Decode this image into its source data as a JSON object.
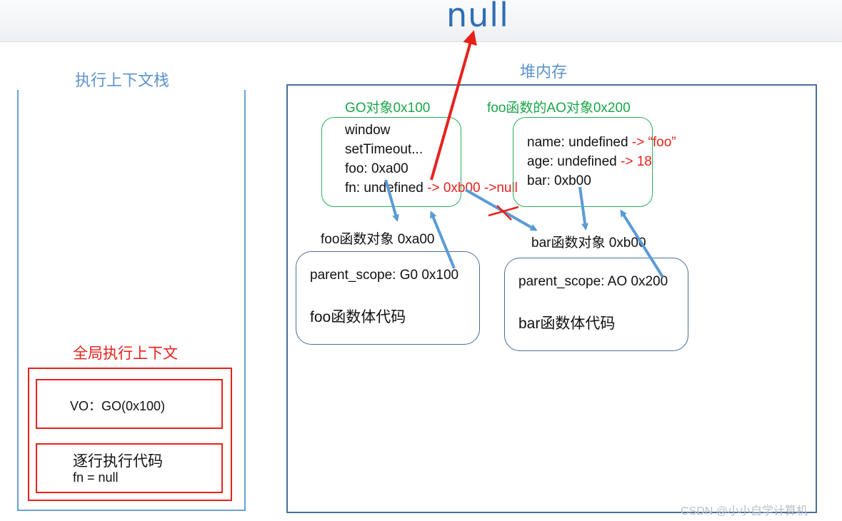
{
  "top_value": "null",
  "stack": {
    "title": "执行上下文栈",
    "gec": {
      "title": "全局执行上下文",
      "vo": "VO：GO(0x100)",
      "exec_title": "逐行执行代码",
      "exec_line": "fn = null"
    }
  },
  "heap": {
    "title": "堆内存",
    "go": {
      "title": "GO对象0x100",
      "lines": [
        "window",
        "setTimeout...",
        "foo: 0xa00"
      ],
      "fn_prefix": "fn: undefined ",
      "fn_change": "-> 0xb00 ->null"
    },
    "ao": {
      "title": "foo函数的AO对象0x200",
      "name_prefix": "name: undefined ",
      "name_change": "-> “foo”",
      "age_prefix": "age: undefined ",
      "age_change": "-> 18",
      "bar": "bar: 0xb00"
    },
    "foo_fn": {
      "title": "foo函数对象 0xa00",
      "scope": "parent_scope: G0 0x100",
      "body": "foo函数体代码"
    },
    "bar_fn": {
      "title": "bar函数对象 0xb00",
      "scope": "parent_scope: AO 0x200",
      "body": "bar函数体代码"
    }
  },
  "watermark": "CSDN @小小自学计算机",
  "colors": {
    "red": "#e8201c",
    "green": "#1aa64a",
    "blue": "#5b93cc",
    "frame": "#4a6e9c"
  }
}
